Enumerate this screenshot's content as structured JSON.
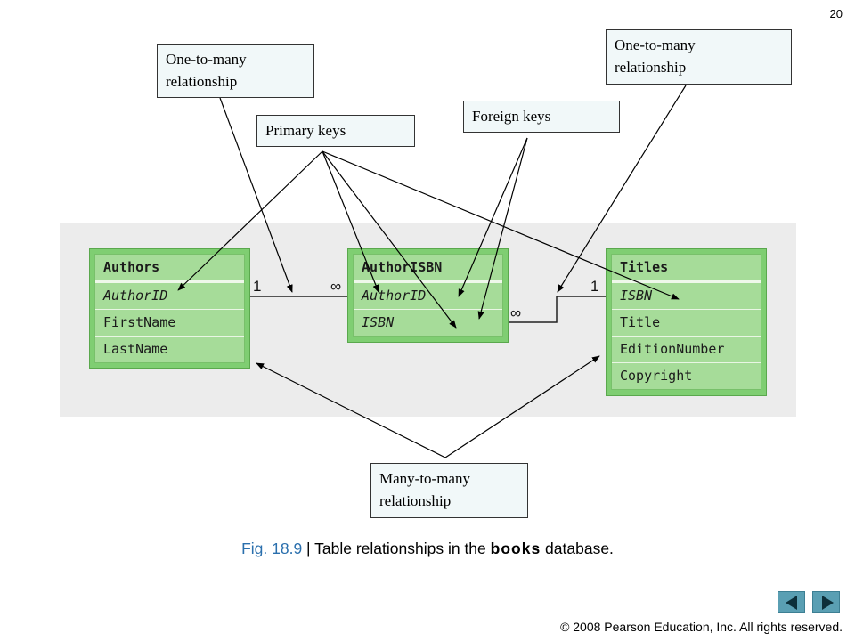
{
  "slide_number": "20",
  "tables": {
    "authors": {
      "name": "Authors",
      "fields": [
        "AuthorID",
        "FirstName",
        "LastName"
      ],
      "key_fields": [
        "AuthorID"
      ]
    },
    "author_isbn": {
      "name": "AuthorISBN",
      "fields": [
        "AuthorID",
        "ISBN"
      ],
      "key_fields": [
        "AuthorID",
        "ISBN"
      ]
    },
    "titles": {
      "name": "Titles",
      "fields": [
        "ISBN",
        "Title",
        "EditionNumber",
        "Copyright"
      ],
      "key_fields": [
        "ISBN"
      ]
    }
  },
  "cardinality": {
    "authors_side": "1",
    "author_isbn_left": "∞",
    "author_isbn_right": "∞",
    "titles_side": "1"
  },
  "callouts": {
    "one_to_many_left": {
      "line1": "One-to-many",
      "line2": "relationship"
    },
    "primary_keys": "Primary keys",
    "foreign_keys": "Foreign keys",
    "one_to_many_right": {
      "line1": "One-to-many",
      "line2": "relationship"
    },
    "many_to_many": {
      "line1": "Many-to-many",
      "line2": "relationship"
    }
  },
  "caption": {
    "fig_number": "Fig. 18.9",
    "separator": " | ",
    "text_before": "Table relationships in the ",
    "db_name": "books",
    "text_after": " database."
  },
  "copyright": "© 2008 Pearson Education, Inc.  All rights reserved.",
  "nav": {
    "prev_icon": "triangle-left-icon",
    "next_icon": "triangle-right-icon"
  },
  "colors": {
    "table_frame": "#7fce72",
    "table_fill": "#a6dc99",
    "callout_fill": "#f1f8f9",
    "panel": "#ececec",
    "caption_accent": "#2a6fad",
    "nav_button": "#5a9fb3"
  }
}
